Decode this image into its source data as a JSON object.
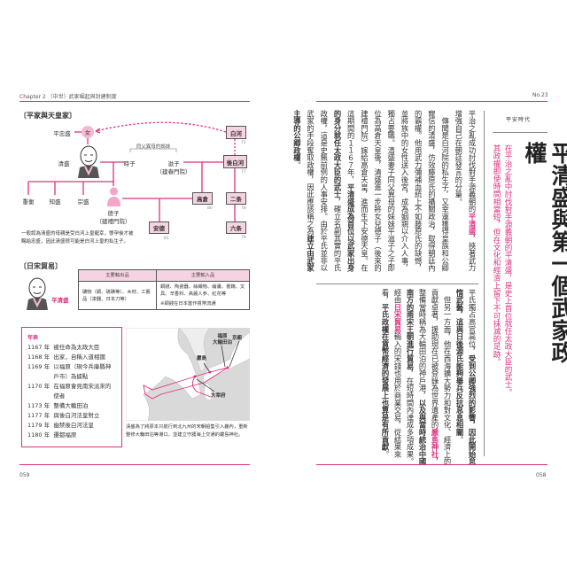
{
  "left_page": {
    "header": "Chapter 2 （中世）武家崛起與封建制度",
    "page_number": "059",
    "family_tree": {
      "title": "〔平家與天皇家〕",
      "tadamori": "平忠盛",
      "woman": "女",
      "kiyomori": "清盛",
      "sisters_note": "同父異母的姊妹",
      "tokiko": "時子",
      "shigeko": "滋子",
      "shigeko_title": "（建春門院）",
      "shigehira": "重衡",
      "tomomori": "知盛",
      "munemori": "宗盛",
      "tokuko": "德子",
      "tokuko_title": "（建禮門院）",
      "emperors": [
        {
          "name": "白河",
          "no": "72"
        },
        {
          "name": "後白河",
          "no": "77"
        },
        {
          "name": "二条",
          "no": "78"
        },
        {
          "name": "六条",
          "no": "79"
        },
        {
          "name": "高倉",
          "no": "80"
        },
        {
          "name": "安德",
          "no": "81"
        }
      ],
      "note": "一般認為清盛的母親是受白河上皇寵幸，懷孕後才被賜給忠盛，因此清盛很可能是白河上皇的私生子。"
    },
    "trade": {
      "title": "〔日宋貿易〕",
      "person": "平清盛",
      "headers": [
        "主要輸出品",
        "主要輸入品"
      ],
      "exports": "礦物（銅、硫磺等）、木材、工藝品（漆器、日本刀等）",
      "imports": "銅錢、陶瓷器、絲織物、繪畫、書籍、文具、辛香料、高麗人參、紅花等",
      "imports_note": "※銅錢在日本當作貨幣流通"
    },
    "chronology": {
      "title": "年表",
      "items": [
        {
          "year": "1167 年",
          "event": "被任命為太政大臣"
        },
        {
          "year": "1168 年",
          "event": "出家，自稱入道相國"
        },
        {
          "year": "1169 年",
          "event": "以福原（現今兵庫縣神戶市）為據點"
        },
        {
          "year": "1170 年",
          "event": "在福原會見南宋派來的使者"
        },
        {
          "year": "1173 年",
          "event": "整備大輪田泊"
        },
        {
          "year": "1177 年",
          "event": "與後白河法皇對立"
        },
        {
          "year": "1179 年",
          "event": "幽禁後白河法皇"
        },
        {
          "year": "1180 年",
          "event": "遷都福原"
        }
      ]
    },
    "map": {
      "labels": {
        "fukuhara": "福原",
        "owada": "大輪田泊",
        "kyoto": "京都",
        "itsukushima": "嚴島",
        "dazaifu": "大宰府"
      },
      "caption": "清盛為了將原本只航行到北九州的宋朝船隻引入畿內，重新整修大輪田泊等港口，並建立守護海上交通的嚴島神社。"
    }
  },
  "right_page": {
    "header": "No.23",
    "page_number": "058",
    "era": "平安時代",
    "title": "平清盛與第一個武家政權",
    "subtitle": [
      "在平治之亂中討伐對手源義朝的平清盛，是史上首位就任太政大臣的武士。",
      "其政權即使時間相當短，但在文化和經濟上留下不可抹滅的足跡。"
    ],
    "body_upper": [
      [
        [
          "n",
          "平治之亂成功討伐對手源義朝的"
        ],
        [
          "p",
          "平清盛"
        ],
        [
          "n",
          "，挾著武力增強自己在朝廷發言的分量。"
        ]
      ],
      [
        [
          "n",
          "　傳聞是白河院的私生子，又幸運獲得皇族和公卿寵信的清盛，仿效藤原氏的攝關政治，取得朝廷內的霸權。他用武力彌補血統上不如藤原氏的缺憾，並將族中的女性送入後宮，成為姻親以介入人事，獨占要職。清盛妻子同父異母的妹妹平滋子之子即位為高倉天皇後，清盛進一步將女兒德子（後來的建禮門院）嫁給高倉天皇，進而生下安德天皇。在這期間的１１６７年，"
        ],
        [
          "b",
          "平清盛成為首位以武家出身的身分就任太政大臣的武士"
        ],
        [
          "n",
          "，確立名副其實的平氏政權，這是史無前例的人事安排。由於平氏並非以武家的手段奪取政權，因此應該稱之為"
        ],
        [
          "b",
          "建立由武家主導的公卿政權"
        ],
        [
          "n",
          "。"
        ]
      ]
    ],
    "body_lower": [
      [
        [
          "n",
          "平氏獨占高官高位，"
        ],
        [
          "b",
          "受到公卿強烈的影響，因此開始怠惰武藝，這與日後源氏能夠舉兵反抗息息相關"
        ],
        [
          "n",
          "。"
        ]
      ],
      [
        [
          "n",
          "　但另一方面，他在西海擴大勢力和對文化、經濟上的貢獻卓著，援助現在已被登錄為世界遺產的"
        ],
        [
          "p",
          "嚴島神社"
        ],
        [
          "n",
          "，整備當時稱為大輪田泊的神戶港，"
        ],
        [
          "b",
          "以及與當時統治中國南方的南宋王朝進行貿易"
        ],
        [
          "n",
          "，在短時間內達成多項成果。經由"
        ],
        [
          "p",
          "日宋貿易"
        ],
        [
          "n",
          "輸入的宋錢也用於商業交易，從結果來看，"
        ],
        [
          "b",
          "平氏政權在貨幣經濟的發展上也算是有所貢獻"
        ],
        [
          "n",
          "。"
        ]
      ]
    ]
  },
  "colors": {
    "accent": "#e0307f",
    "pink_fill": "#f6d3e2"
  }
}
